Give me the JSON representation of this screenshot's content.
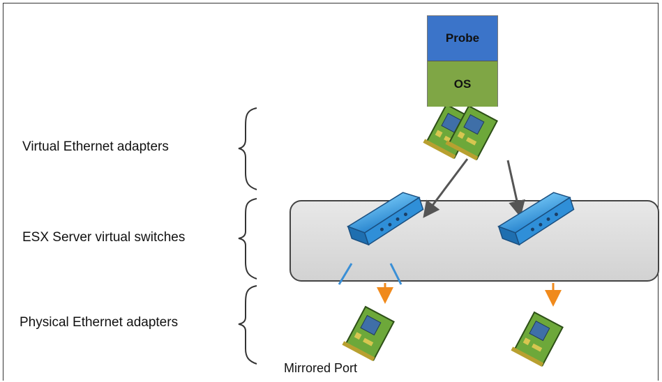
{
  "diagram": {
    "stack": {
      "top": "Probe",
      "bottom": "OS"
    },
    "labels": {
      "virtual_adapters": "Virtual Ethernet adapters",
      "virtual_switches": "ESX Server virtual switches",
      "physical_adapters": "Physical Ethernet adapters",
      "mirrored_port": "Mirrored Port"
    },
    "colors": {
      "probe": "#3b74c9",
      "os": "#7fa645",
      "switch_blue": "#2f8fd8",
      "adapter_green": "#6da83a",
      "arrow_orange": "#f08a1c",
      "arrow_gray": "#555555",
      "switch_panel": "#dcdcdc"
    },
    "icons": [
      "switch-icon",
      "network-adapter-icon",
      "brace-icon",
      "arrow-icon"
    ]
  }
}
